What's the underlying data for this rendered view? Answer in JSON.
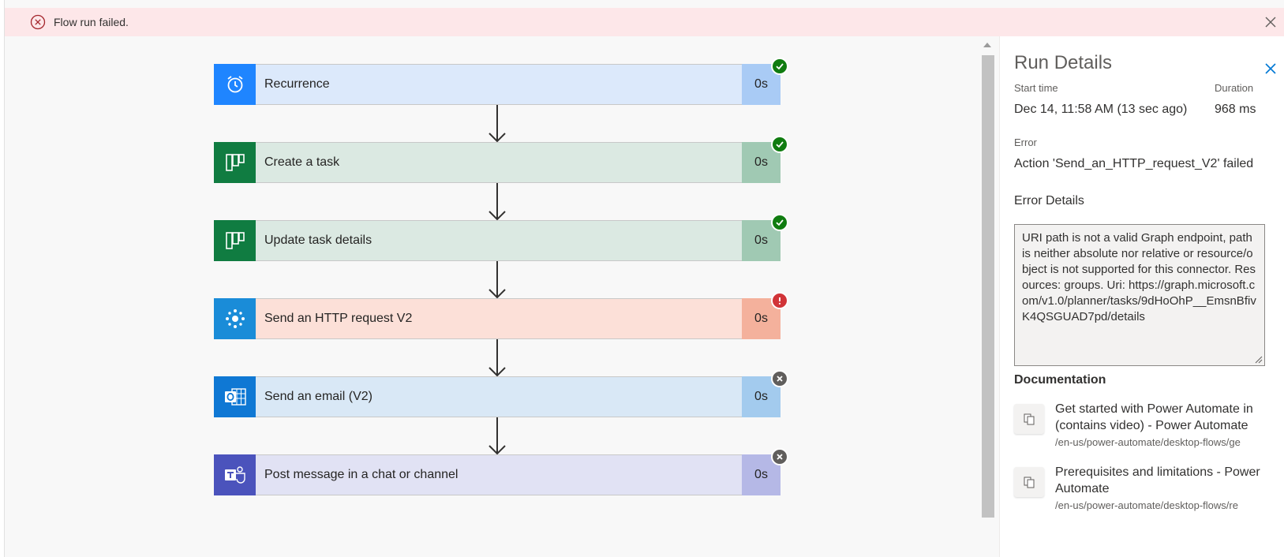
{
  "banner": {
    "message": "Flow run failed.",
    "color": "#fde7e9"
  },
  "flow": {
    "steps": [
      {
        "name": "Recurrence",
        "duration": "0s",
        "status": "succeeded",
        "icon": "alarm-clock-icon",
        "icon_bg": "#1f85ff",
        "body_bg": "#dce9fb",
        "dur_bg": "#a9cbf5"
      },
      {
        "name": "Create a task",
        "duration": "0s",
        "status": "succeeded",
        "icon": "planner-icon",
        "icon_bg": "#107c41",
        "body_bg": "#dbe9e2",
        "dur_bg": "#a0c9b3"
      },
      {
        "name": "Update task details",
        "duration": "0s",
        "status": "succeeded",
        "icon": "planner-icon",
        "icon_bg": "#107c41",
        "body_bg": "#dbe9e2",
        "dur_bg": "#a0c9b3"
      },
      {
        "name": "Send an HTTP request V2",
        "duration": "0s",
        "status": "failed",
        "icon": "graph-http-icon",
        "icon_bg": "#1a8cd8",
        "body_bg": "#fce0d8",
        "dur_bg": "#f4b19c"
      },
      {
        "name": "Send an email (V2)",
        "duration": "0s",
        "status": "skipped",
        "icon": "outlook-icon",
        "icon_bg": "#0f78d4",
        "body_bg": "#d9e8f6",
        "dur_bg": "#a3cbee"
      },
      {
        "name": "Post message in a chat or channel",
        "duration": "0s",
        "status": "skipped",
        "icon": "teams-icon",
        "icon_bg": "#4b53bc",
        "body_bg": "#e1e2f4",
        "dur_bg": "#b5b8e6"
      }
    ]
  },
  "panel": {
    "title": "Run Details",
    "start_time_label": "Start time",
    "start_time_value": "Dec 14, 11:58 AM (13 sec ago)",
    "duration_label": "Duration",
    "duration_value": "968 ms",
    "error_label": "Error",
    "error_value": "Action 'Send_an_HTTP_request_V2' failed",
    "error_details_label": "Error Details",
    "error_details": "URI path is not a valid Graph endpoint, path is neither absolute nor relative or resource/object is not supported for this connector. Resources: groups. Uri: https://graph.microsoft.com/v1.0/planner/tasks/9dHoOhP__EmsnBfivK4QSGUAD7pd/details",
    "documentation_label": "Documentation",
    "docs": [
      {
        "title": "Get started with Power Automate in",
        "title2": "(contains video) - Power Automate",
        "url": "/en-us/power-automate/desktop-flows/ge"
      },
      {
        "title": "Prerequisites and limitations - Power",
        "title2": "Automate",
        "url": "/en-us/power-automate/desktop-flows/re"
      }
    ]
  },
  "colors": {
    "success": "#107c10",
    "failed": "#d13438",
    "skipped": "#605e5c",
    "accent": "#0078d4"
  }
}
